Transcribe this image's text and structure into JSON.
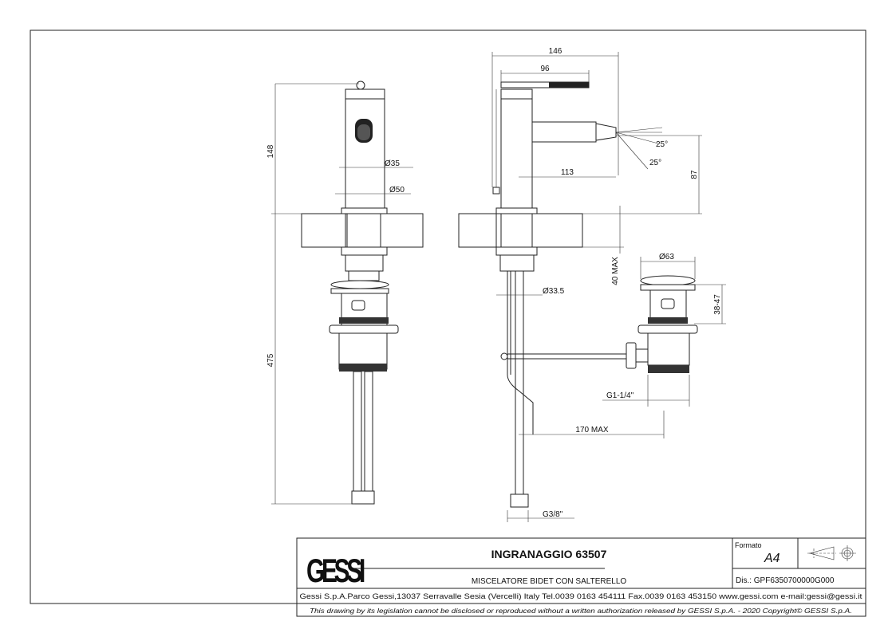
{
  "title_block": {
    "logo": "GESSI",
    "product_title": "INGRANAGGIO 63507",
    "product_subtitle": "MISCELATORE BIDET CON SALTERELLO",
    "format_label": "Formato",
    "format_value": "A4",
    "drawing_number": "Dis.: GPF6350700000G000",
    "company_info": "Gessi S.p.A.Parco Gessi,13037 Serravalle Sesia (Vercelli) Italy Tel.0039 0163 454111 Fax.0039 0163 453150 www.gessi.com e-mail:gessi@gessi.it",
    "disclaimer": "This drawing by its legislation cannot be disclosed or reproduced without a written authorization released by GESSI S.p.A. - 2020 Copyright© GESSI S.p.A."
  },
  "front_view": {
    "dim_height_above": "148",
    "dim_height_below": "475",
    "dim_body_diameter": "Ø35",
    "dim_base_diameter": "Ø50"
  },
  "side_view": {
    "dim_total_length": "146",
    "dim_lever_length": "96",
    "dim_spout_reach": "113",
    "dim_spout_height": "87",
    "angle_up": "25°",
    "angle_down": "25°",
    "dim_counter_thickness": "40 MAX",
    "dim_shank_diameter": "Ø33.5",
    "dim_hose_connection": "G3/8\"",
    "dim_rod_length": "170 MAX"
  },
  "waste_view": {
    "dim_cap_diameter": "Ø63",
    "dim_cap_height": "38-47",
    "dim_thread": "G1-1/4\""
  }
}
